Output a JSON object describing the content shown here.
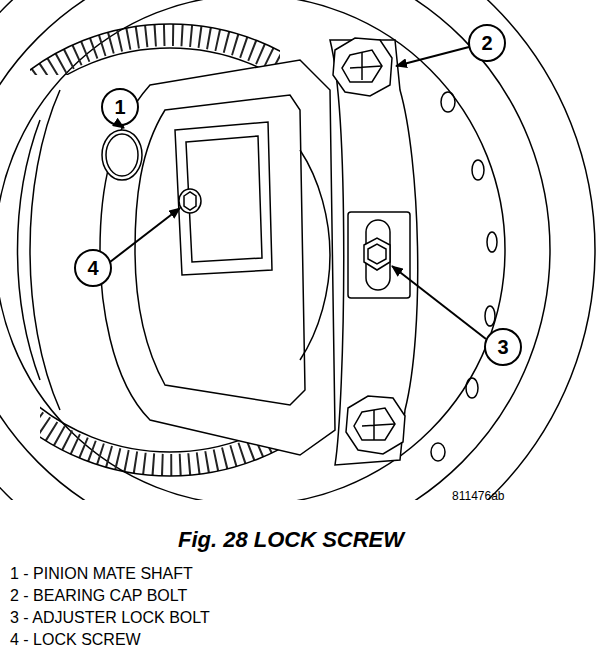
{
  "diagram": {
    "caption": "Fig. 28 LOCK SCREW",
    "labels": [
      "1",
      "2",
      "3",
      "4",
      "811476ab",
      "1 - PINION MATE SHAFT",
      "2 - BEARING CAP BOLT",
      "3 - ADJUSTER LOCK BOLT",
      "4 - LOCK SCREW"
    ]
  }
}
